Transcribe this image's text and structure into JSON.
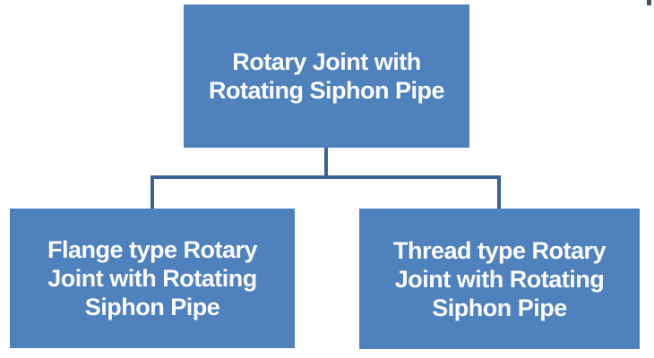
{
  "diagram": {
    "type": "tree",
    "nodes": {
      "root": {
        "label": "Rotary Joint with Rotating Siphon Pipe",
        "lines": [
          "Rotary Joint with",
          "Rotating Siphon Pipe"
        ]
      },
      "flange": {
        "label": "Flange type Rotary Joint with Rotating Siphon Pipe",
        "lines": [
          "Flange type Rotary",
          "Joint with Rotating",
          "Siphon Pipe"
        ]
      },
      "thread": {
        "label": "Thread type Rotary Joint with Rotating Siphon Pipe",
        "lines": [
          "Thread type Rotary",
          "Joint with Rotating",
          "Siphon Pipe"
        ]
      }
    },
    "edges": [
      {
        "from": "root",
        "to": "flange"
      },
      {
        "from": "root",
        "to": "thread"
      }
    ],
    "colors": {
      "node_fill": "#4F81BD",
      "node_text": "#FBFBFB",
      "connector": "#3A6292",
      "page_background": "#FFFFFF",
      "corner_mark": "#44525F"
    }
  }
}
